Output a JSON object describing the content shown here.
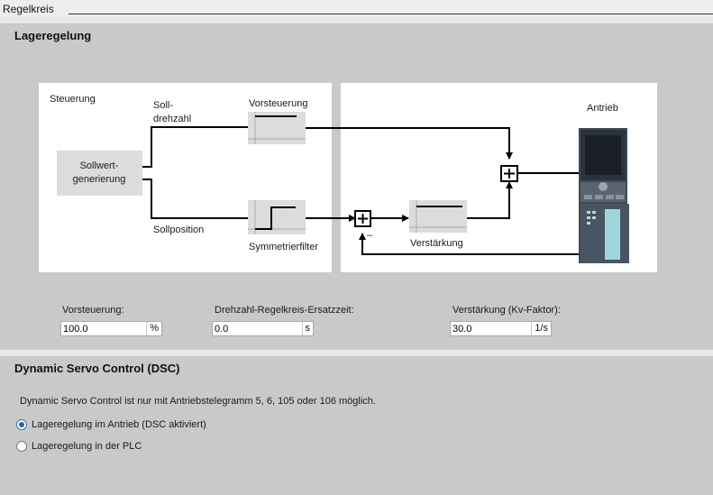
{
  "window": {
    "title": "Regelkreis"
  },
  "lageregelung": {
    "title": "Lageregelung",
    "diagram": {
      "steuerung": "Steuerung",
      "soll_line1": "Soll-",
      "soll_line2": "drehzahl",
      "sollwert_line1": "Sollwert-",
      "sollwert_line2": "generierung",
      "sollposition": "Sollposition",
      "vorsteuerung": "Vorsteuerung",
      "symmetrierfilter": "Symmetrierfilter",
      "verstaerkung": "Verstärkung",
      "antrieb": "Antrieb",
      "minus": "–",
      "plus": "+"
    },
    "fields": {
      "vorsteuerung": {
        "label": "Vorsteuerung:",
        "value": "100.0",
        "unit": "%"
      },
      "ersatzzeit": {
        "label": "Drehzahl-Regelkreis-Ersatzzeit:",
        "value": "0.0",
        "unit": "s"
      },
      "kv": {
        "label": "Verstärkung (Kv-Faktor):",
        "value": "30.0",
        "unit": "1/s"
      }
    }
  },
  "dsc": {
    "title": "Dynamic Servo Control (DSC)",
    "note": "Dynamic Servo Control ist nur mit Antriebstelegramm 5, 6, 105 oder 106 möglich.",
    "options": [
      {
        "label": "Lageregelung im Antrieb (DSC aktiviert)",
        "checked": true
      },
      {
        "label": "Lageregelung in der PLC",
        "checked": false
      }
    ]
  },
  "colors": {
    "accent": "#2563a8",
    "panel": "#c9c9c9",
    "diagram_bg": "#ffffff",
    "block": "#dcdcdc",
    "drive_body": "#3f4a57"
  }
}
